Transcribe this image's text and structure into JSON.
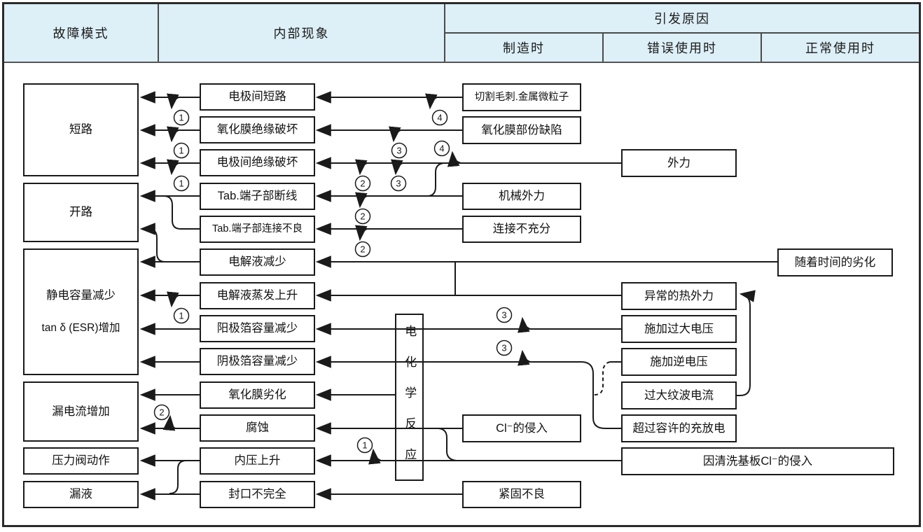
{
  "header": {
    "failure_mode": "故障模式",
    "internal_phenomenon": "内部现象",
    "cause": "引发原因",
    "cause_manufacturing": "制造时",
    "cause_misuse": "错误使用时",
    "cause_normal": "正常使用时"
  },
  "failure_modes": [
    {
      "id": "short_circuit",
      "label": "短路"
    },
    {
      "id": "open_circuit",
      "label": "开路"
    },
    {
      "id": "capacitance_decrease",
      "label": "静电容量减少",
      "label2": "tan δ (ESR)增加"
    },
    {
      "id": "leakage_current_increase",
      "label": "漏电流增加"
    },
    {
      "id": "pressure_valve_operation",
      "label": "压力阀动作"
    },
    {
      "id": "liquid_leakage",
      "label": "漏液"
    }
  ],
  "internal_phenomena": [
    {
      "id": "electrode_short",
      "label": "电极间短路"
    },
    {
      "id": "oxide_film_insulation_breakdown",
      "label": "氧化膜绝缘破坏"
    },
    {
      "id": "inter_electrode_insulation_breakdown",
      "label": "电极间绝缘破坏"
    },
    {
      "id": "tab_terminal_wire_break",
      "label": "Tab.端子部断线"
    },
    {
      "id": "tab_terminal_poor_connection",
      "label": "Tab.端子部连接不良"
    },
    {
      "id": "electrolyte_decrease",
      "label": "电解液减少"
    },
    {
      "id": "electrolyte_evaporation_rise",
      "label": "电解液蒸发上升"
    },
    {
      "id": "anode_foil_capacity_decrease",
      "label": "阳极箔容量减少"
    },
    {
      "id": "cathode_foil_capacity_decrease",
      "label": "阴极箔容量减少"
    },
    {
      "id": "oxide_film_degradation",
      "label": "氧化膜劣化"
    },
    {
      "id": "corrosion",
      "label": "腐蚀"
    },
    {
      "id": "internal_pressure_rise",
      "label": "内压上升"
    },
    {
      "id": "incomplete_sealing",
      "label": "封口不完全"
    }
  ],
  "electrochemical_reaction": {
    "id": "electrochemical_reaction",
    "label": "电化学反应"
  },
  "causes": {
    "manufacturing": [
      {
        "id": "cutting_burr_metal_particles",
        "label": "切割毛刺.金属微粒子"
      },
      {
        "id": "oxide_film_partial_defect",
        "label": "氧化膜部份缺陷"
      },
      {
        "id": "mechanical_external_force",
        "label": "机械外力"
      },
      {
        "id": "insufficient_connection",
        "label": "连接不充分"
      },
      {
        "id": "cl_ion_ingress",
        "label": "Cl⁻的侵入"
      },
      {
        "id": "poor_fastening",
        "label": "紧固不良"
      }
    ],
    "misuse": [
      {
        "id": "external_force",
        "label": "外力"
      },
      {
        "id": "abnormal_thermal_stress",
        "label": "异常的热外力"
      },
      {
        "id": "excessive_voltage_applied",
        "label": "施加过大电压"
      },
      {
        "id": "reverse_voltage_applied",
        "label": "施加逆电压"
      },
      {
        "id": "excessive_ripple_current",
        "label": "过大纹波电流"
      },
      {
        "id": "charge_discharge_beyond_limit",
        "label": "超过容许的充放电"
      },
      {
        "id": "pcb_cleaning_cl_ingress",
        "label": "因清洗基板Cl⁻的侵入"
      }
    ],
    "normal_use": [
      {
        "id": "deterioration_over_time",
        "label": "随着时间的劣化"
      }
    ]
  },
  "circled_markers": {
    "m1": "1",
    "m2": "2",
    "m3": "3",
    "m4": "4"
  }
}
